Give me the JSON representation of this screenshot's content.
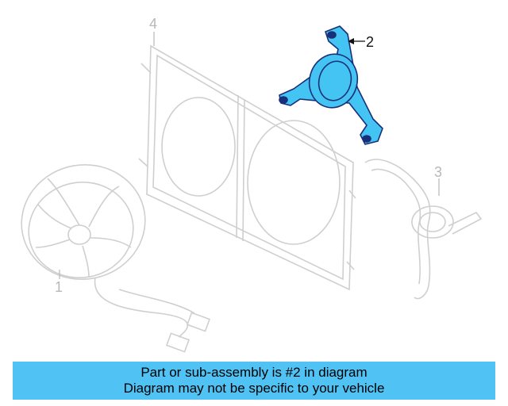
{
  "callouts": {
    "fan": "1",
    "bracket": "2",
    "hose": "3",
    "shroud": "4"
  },
  "banner": {
    "line1": "Part or sub-assembly is #2 in diagram",
    "line2": "Diagram may not be specific to your vehicle"
  },
  "colors": {
    "highlight_fill": "#44c4f2",
    "highlight_stroke": "#1a2f7a",
    "dim_stroke": "#cfcfcf",
    "banner_bg": "#50c2f4"
  }
}
